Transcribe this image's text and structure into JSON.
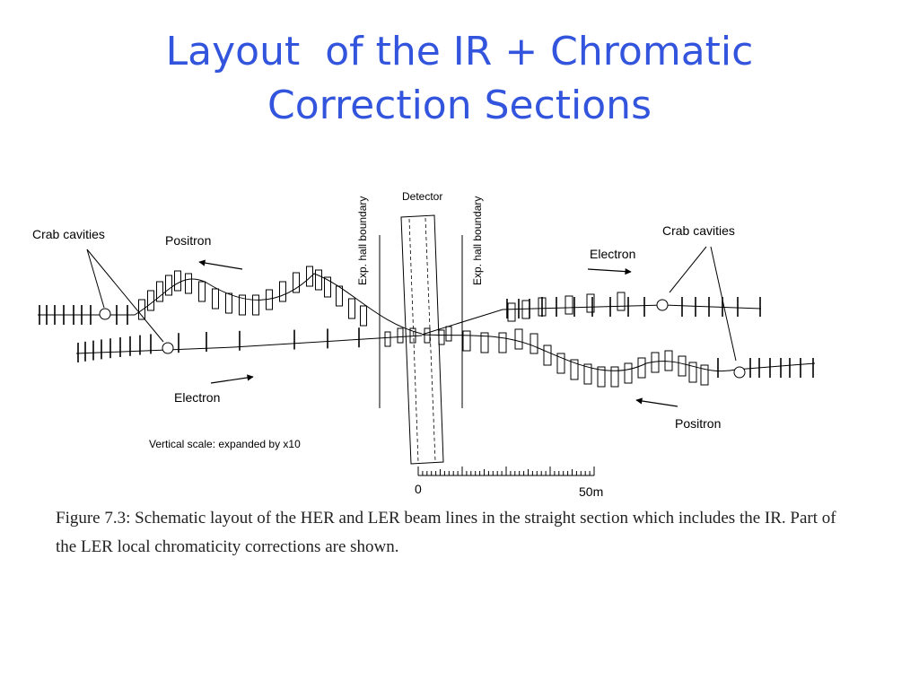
{
  "slide": {
    "title_line1": "Layout  of the IR + Chromatic",
    "title_line2": "Correction Sections",
    "title_color": "#3355dd"
  },
  "diagram": {
    "labels": {
      "crab_left": "Crab cavities",
      "crab_right": "Crab cavities",
      "positron_top": "Positron",
      "electron_top": "Electron",
      "electron_bottom": "Electron",
      "positron_bottom": "Positron",
      "detector": "Detector",
      "hall_left": "Exp. hall boundary",
      "hall_right": "Exp. hall boundary",
      "vertical_scale": "Vertical scale: expanded by x10",
      "scale_zero": "0",
      "scale_end": "50m"
    }
  },
  "caption": "Figure 7.3: Schematic layout of the HER and LER beam lines in the straight section which includes the IR. Part of the LER local chromaticity corrections are shown."
}
